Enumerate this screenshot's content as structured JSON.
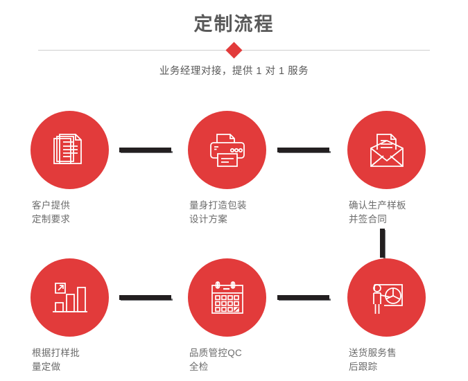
{
  "header": {
    "title": "定制流程",
    "subtitle": "业务经理对接，提供 1 对 1 服务",
    "accent_color": "#e23b3b",
    "title_color": "#595959",
    "divider_color": "#cfcfcf",
    "diamond_icon": "diamond-marker"
  },
  "flow": {
    "connector_color": "#231f20",
    "connector_shadow_color": "#6d6e71",
    "circle_color": "#e23b3b",
    "label_color": "#6b6b6b",
    "steps": [
      {
        "index": 1,
        "label": "客户提供\n定制要求",
        "icon": "documents-stack-icon"
      },
      {
        "index": 2,
        "label": "量身打造包装\n设计方案",
        "icon": "printer-icon"
      },
      {
        "index": 3,
        "label": "确认生产样板\n并签合同",
        "icon": "envelope-letter-icon"
      },
      {
        "index": 4,
        "label": "根据打样批\n量定做",
        "icon": "bar-chart-growth-icon"
      },
      {
        "index": 5,
        "label": "品质管控QC\n全检",
        "icon": "calendar-check-icon"
      },
      {
        "index": 6,
        "label": "送货服务售\n后跟踪",
        "icon": "presentation-pie-chart-icon"
      }
    ]
  }
}
